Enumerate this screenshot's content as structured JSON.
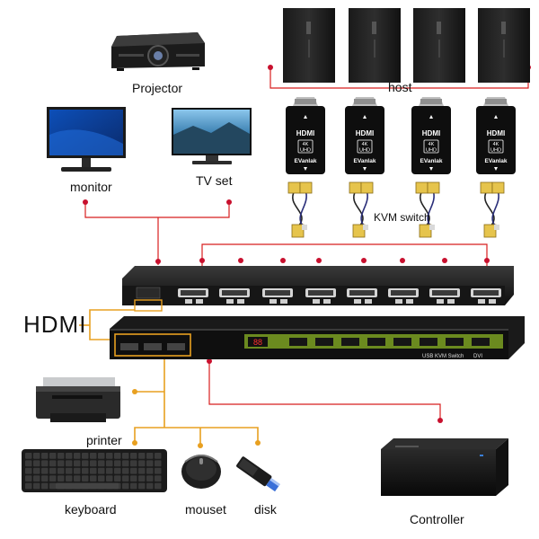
{
  "labels": {
    "projector": "Projector",
    "monitor": "monitor",
    "tv_set": "TV set",
    "host": "host",
    "kvm_switch": "KVM switch",
    "hdmi": "HDMI",
    "printer": "printer",
    "keyboard": "keyboard",
    "mouse": "mouset",
    "disk": "disk",
    "controller": "Controller"
  },
  "adapter": {
    "brand": "EVanlak",
    "logo": "HDMI",
    "res_top": "4K",
    "res_bottom": "UHD"
  },
  "kvm_unit": {
    "front_label": "USB KVM Switch",
    "front_sub": "DVI",
    "display": "88"
  },
  "colors": {
    "wire_red": "#d81e1e",
    "wire_orange": "#e8a020",
    "dot_red": "#c8102e"
  }
}
